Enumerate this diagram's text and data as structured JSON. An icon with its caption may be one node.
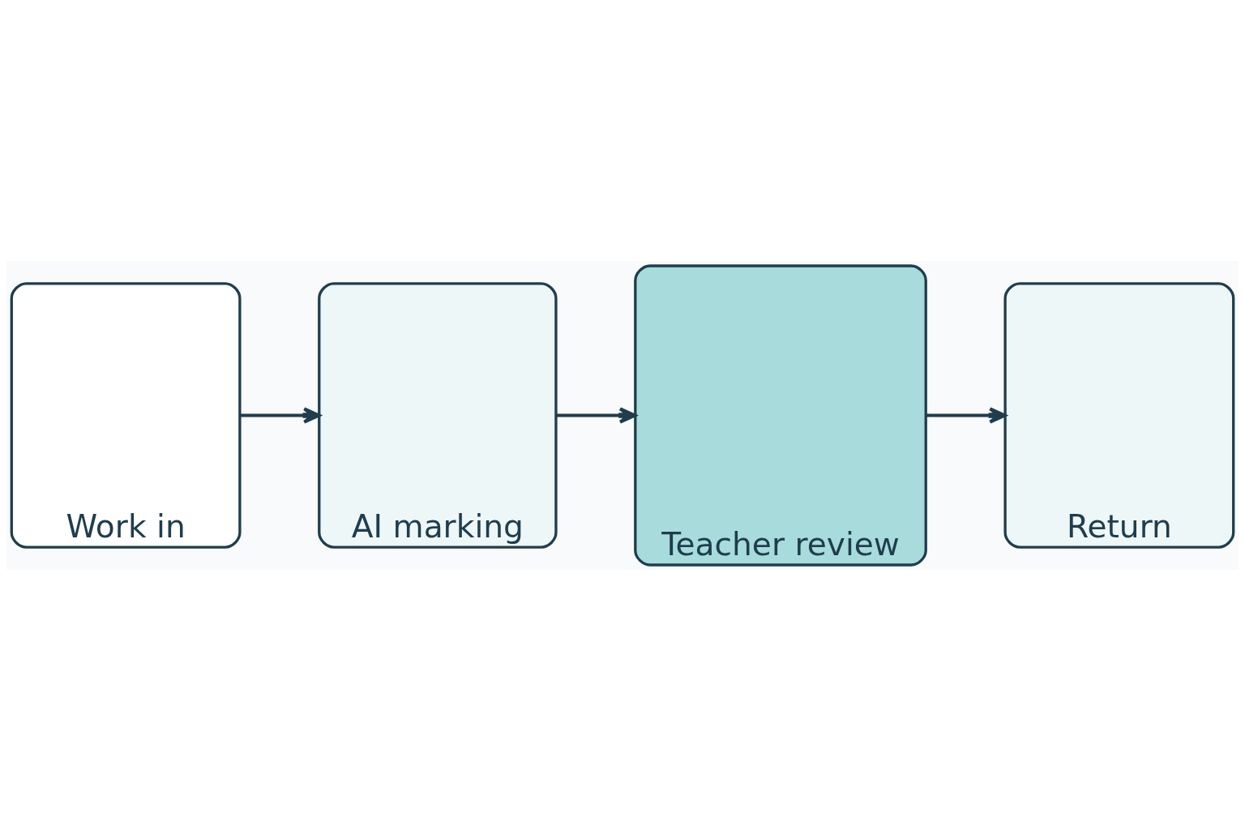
{
  "diagram": {
    "nodes": [
      {
        "text": [
          "Work in"
        ]
      },
      {
        "text": [
          "AI marking"
        ]
      },
      {
        "text": [
          "Teacher review"
        ]
      },
      {
        "text": [
          "Return"
        ]
      }
    ],
    "edges": [
      {
        "from": 0,
        "to": 1,
        "arrow": "to"
      },
      {
        "from": 1,
        "to": 2,
        "arrow": "to"
      },
      {
        "from": 2,
        "to": 3,
        "arrow": "to"
      }
    ]
  }
}
